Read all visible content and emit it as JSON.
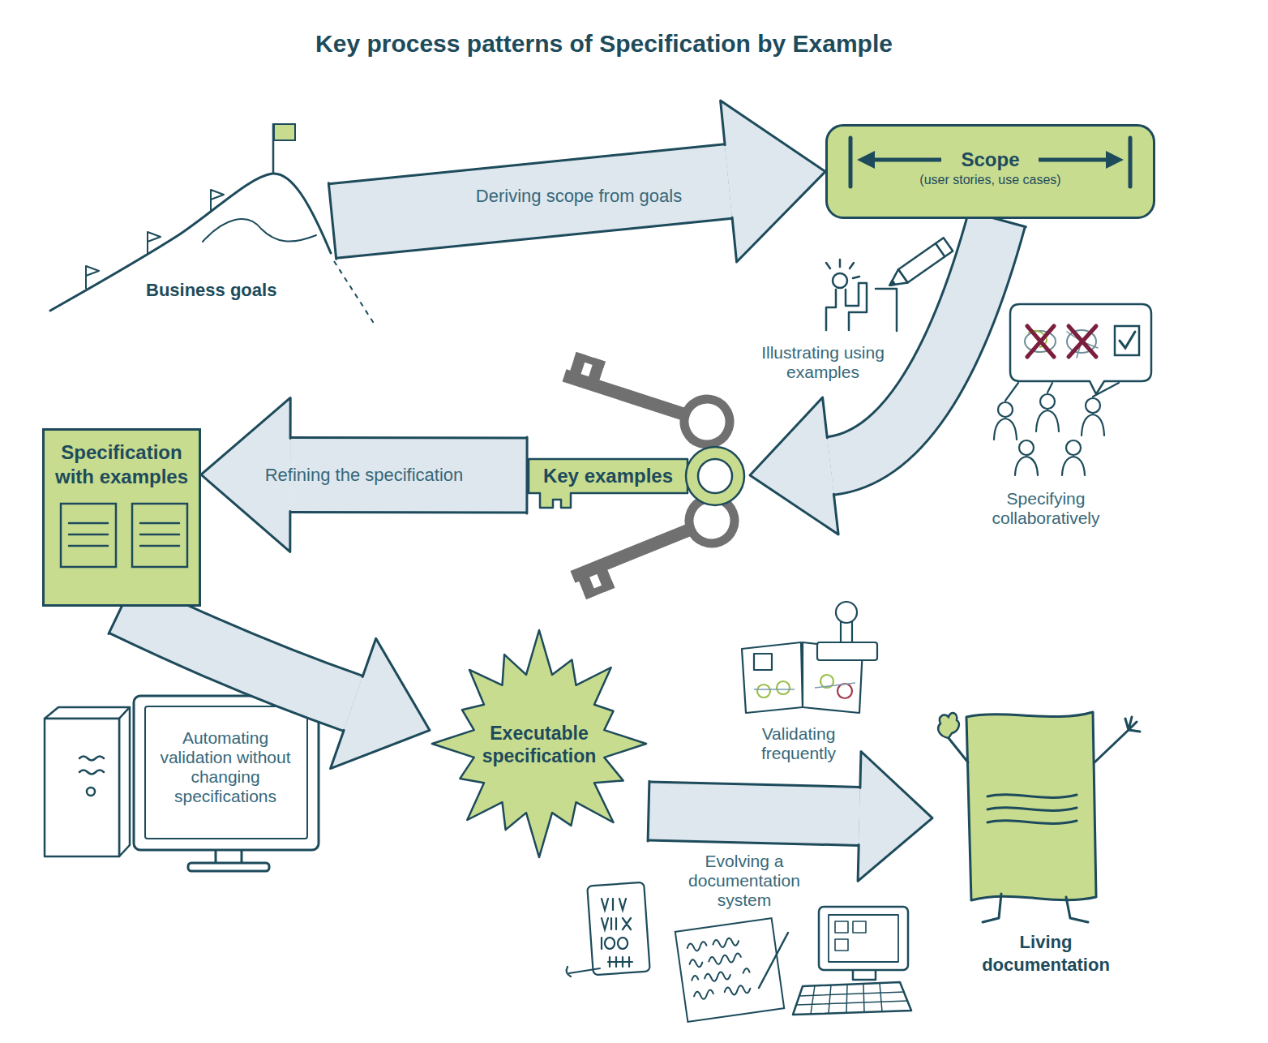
{
  "diagram": {
    "title": "Key process patterns of Specification by Example",
    "nodes": [
      {
        "text": [
          "Business goals"
        ]
      },
      {
        "text": [
          "Scope",
          "(user stories, use cases)"
        ]
      },
      {
        "text": [
          "Key examples"
        ]
      },
      {
        "text": [
          "Specification with examples"
        ]
      },
      {
        "text": [
          "Executable specification"
        ]
      },
      {
        "text": [
          "Living documentation"
        ]
      }
    ],
    "edges": [
      {
        "from": 0,
        "to": 1,
        "arrow": "to",
        "label": "Deriving scope from goals"
      },
      {
        "from": 1,
        "to": 2,
        "arrow": "to"
      },
      {
        "from": 2,
        "to": 3,
        "arrow": "to",
        "label": "Refining the specification"
      },
      {
        "from": 3,
        "to": 4,
        "arrow": "to"
      },
      {
        "from": 4,
        "to": 5,
        "arrow": "to"
      }
    ],
    "labels": [
      "Illustrating using examples",
      "Specifying collaboratively",
      "Automating validation without changing specifications",
      "Validating frequently",
      "Evolving a documentation system"
    ]
  }
}
